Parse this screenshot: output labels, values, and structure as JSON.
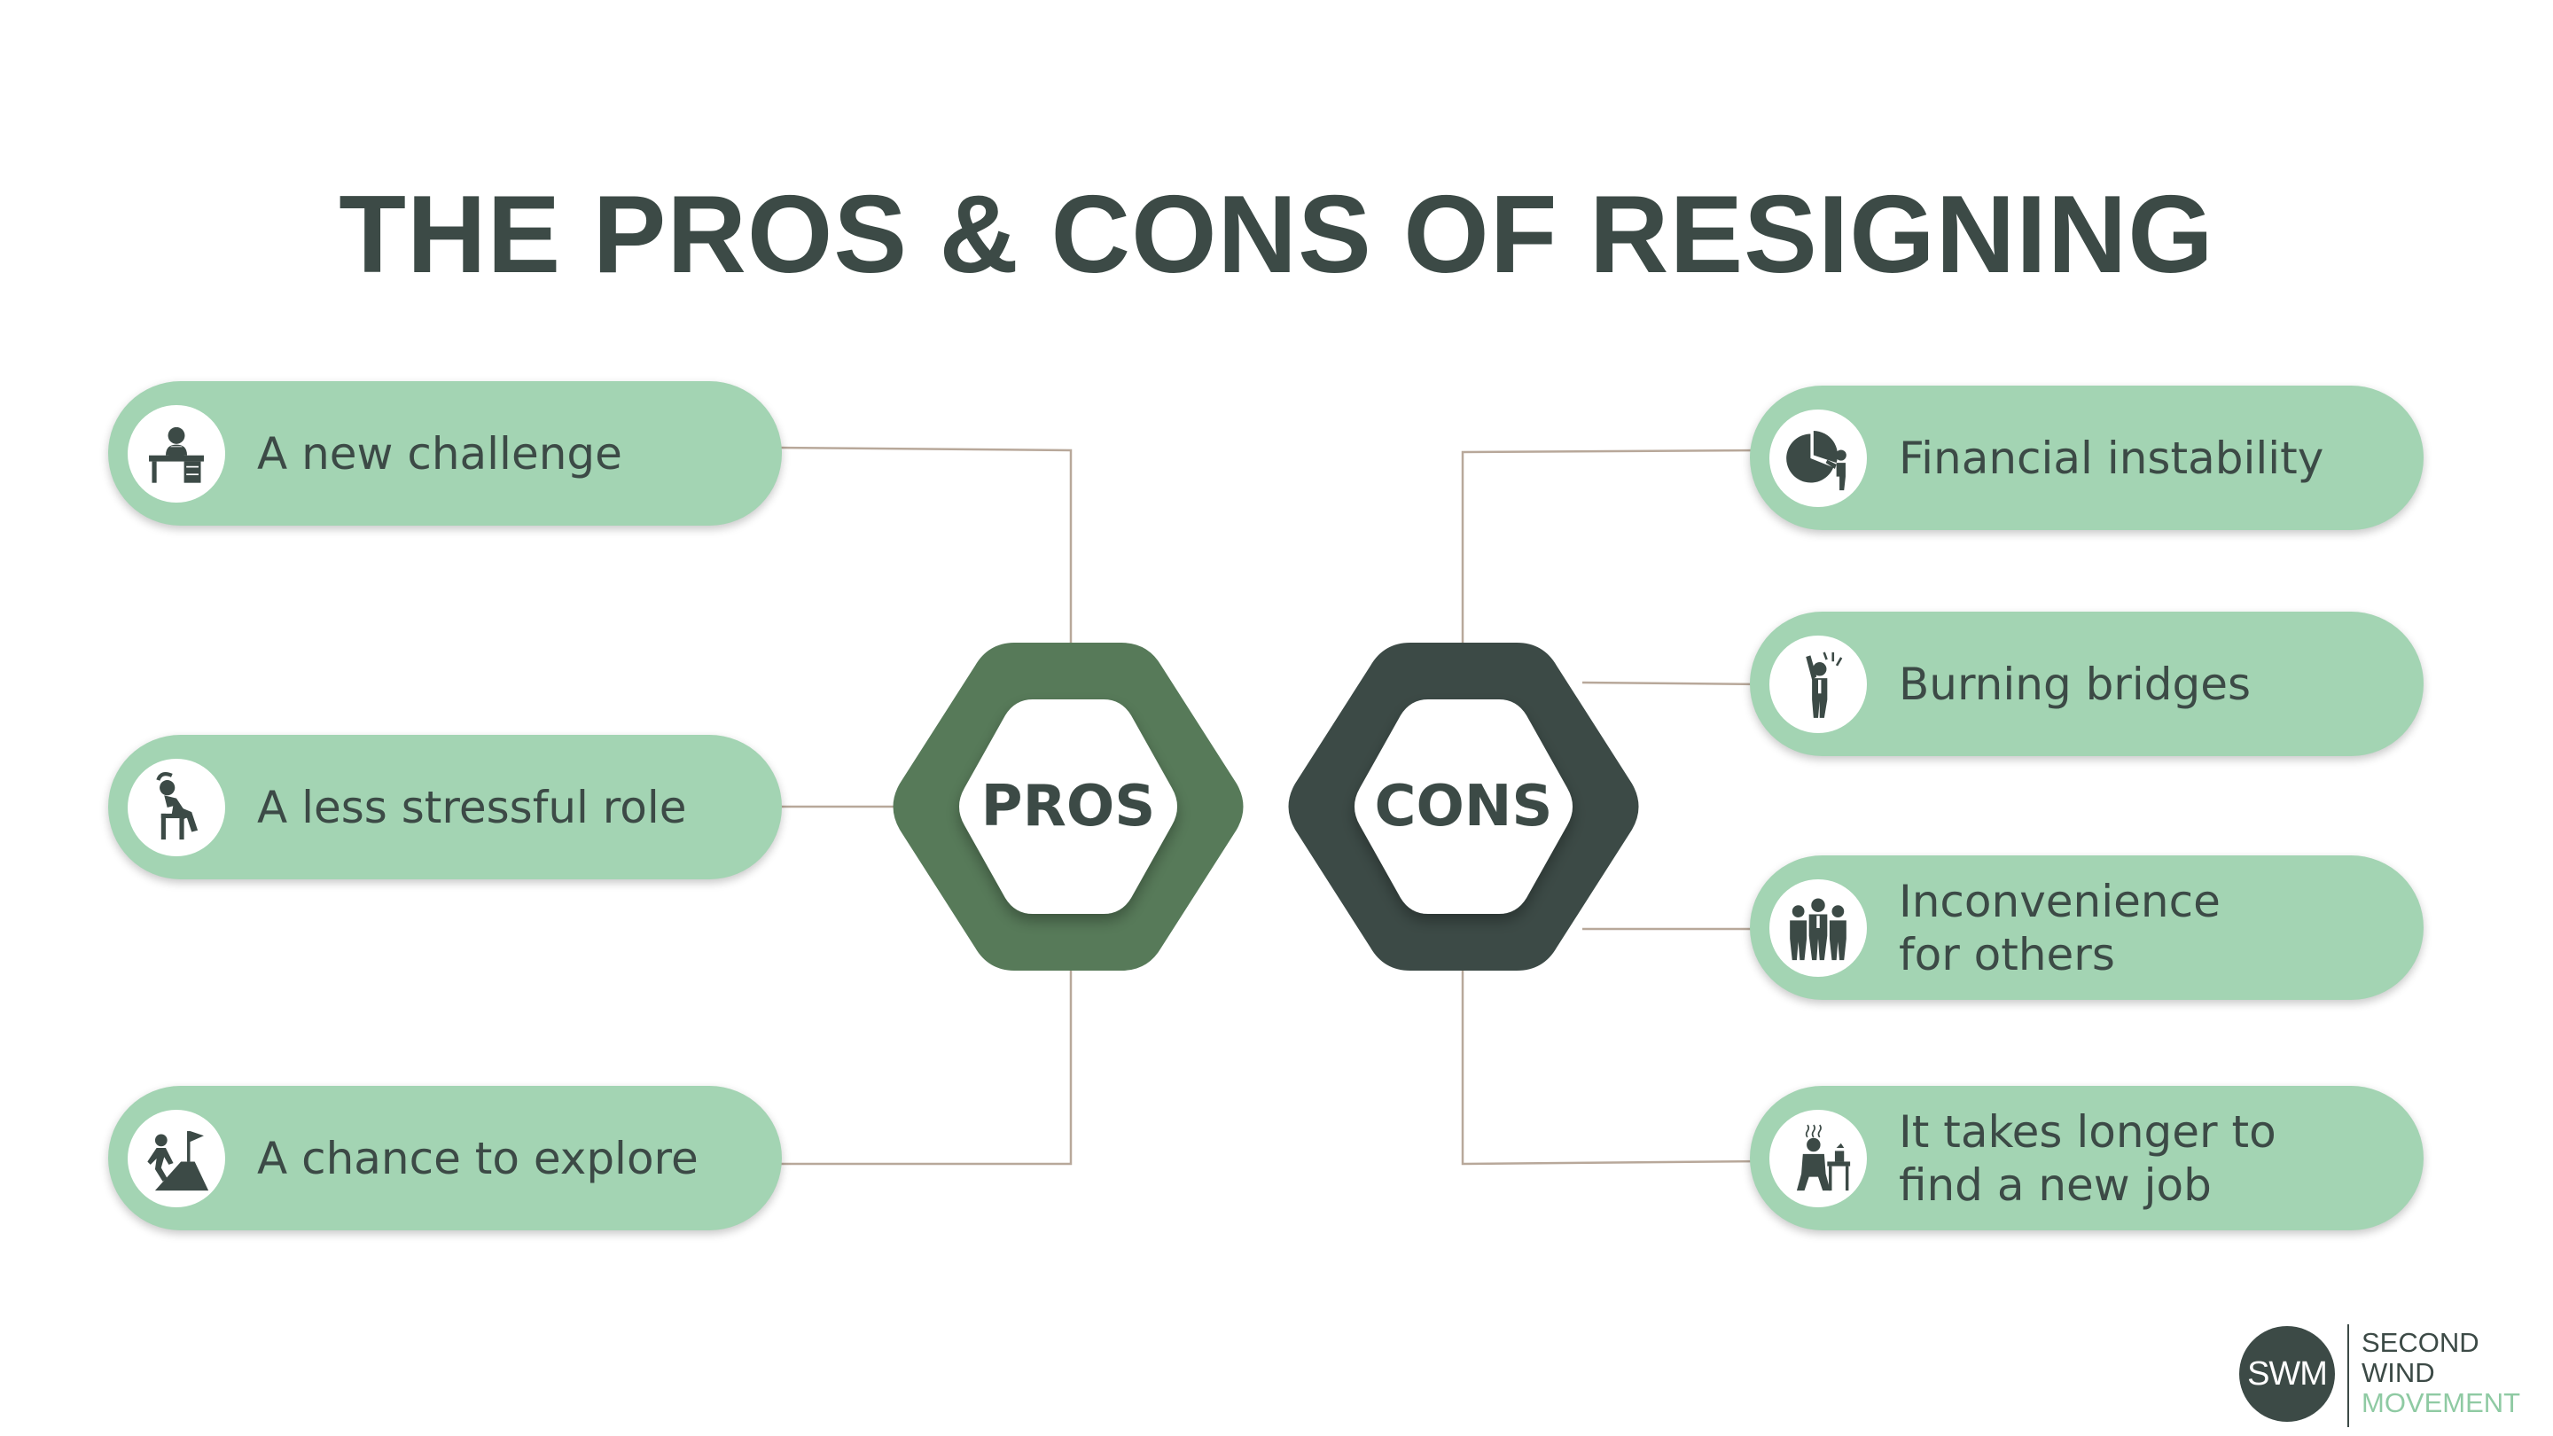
{
  "title": "THE PROS & CONS OF RESIGNING",
  "colors": {
    "pill": "#a3d4b3",
    "pros_hex": "#577a59",
    "cons_hex": "#3c4a46",
    "text": "#3c4a46",
    "connector": "#b8a89a",
    "logo_accent": "#8fcaa3"
  },
  "pros": {
    "label": "PROS",
    "items": [
      {
        "text": [
          "A new challenge"
        ],
        "icon": "person-at-desk-icon"
      },
      {
        "text": [
          "A less stressful role"
        ],
        "icon": "relaxing-person-icon"
      },
      {
        "text": [
          "A chance to explore"
        ],
        "icon": "climber-with-flag-icon"
      }
    ]
  },
  "cons": {
    "label": "CONS",
    "items": [
      {
        "text": [
          "Financial instability"
        ],
        "icon": "pie-chart-person-icon"
      },
      {
        "text": [
          "Burning bridges"
        ],
        "icon": "stressed-person-icon"
      },
      {
        "text": [
          "Inconvenience",
          "for others"
        ],
        "icon": "group-people-icon"
      },
      {
        "text": [
          "It takes longer to",
          "find a new job"
        ],
        "icon": "sitting-worried-person-icon"
      }
    ]
  },
  "logo": {
    "mark": "SWM",
    "lines": [
      "SECOND",
      "WIND",
      "MOVEMENT"
    ]
  }
}
